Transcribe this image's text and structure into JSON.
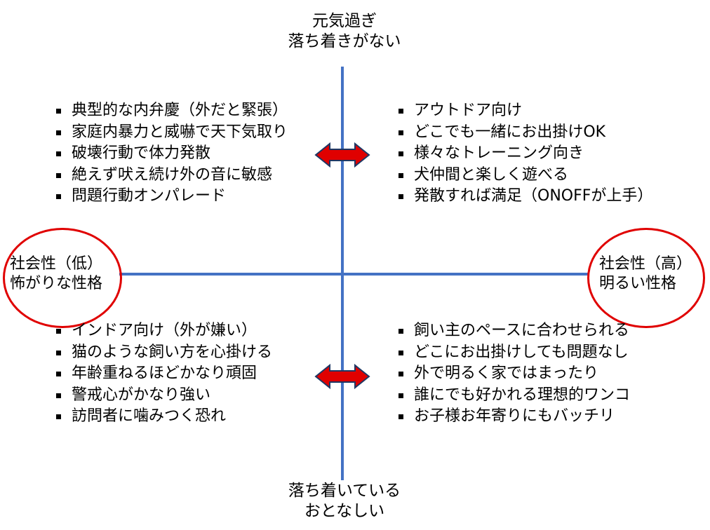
{
  "axes": {
    "top": [
      "元気過ぎ",
      "落ち着きがない"
    ],
    "bottom": [
      "落ち着いている",
      "おとなしい"
    ],
    "left": [
      "社会性（低）",
      "怖がりな性格"
    ],
    "right": [
      "社会性（高）",
      "明るい性格"
    ]
  },
  "quadrants": {
    "top_left": [
      "典型的な内弁慶（外だと緊張）",
      "家庭内暴力と威嚇で天下気取り",
      "破壊行動で体力発散",
      "絶えず吠え続け外の音に敏感",
      "問題行動オンパレード"
    ],
    "top_right": [
      "アウトドア向け",
      "どこでも一緒にお出掛けOK",
      "様々なトレーニング向き",
      "犬仲間と楽しく遊べる",
      "発散すれば満足（ONOFFが上手）"
    ],
    "bottom_left": [
      "インドア向け（外が嫌い）",
      "猫のような飼い方を心掛ける",
      "年齢重ねるほどかなり頑固",
      "警戒心がかなり強い",
      "訪問者に噛みつく恐れ"
    ],
    "bottom_right": [
      "飼い主のペースに合わせられる",
      "どこにお出掛けしても問題なし",
      "外で明るく家ではまったり",
      "誰にでも好かれる理想的ワンコ",
      "お子様お年寄りにもバッチリ"
    ]
  },
  "colors": {
    "axis": "#4472C4",
    "highlight": "#E00000",
    "arrow_fill": "#E00000",
    "arrow_stroke": "#1F3864"
  }
}
